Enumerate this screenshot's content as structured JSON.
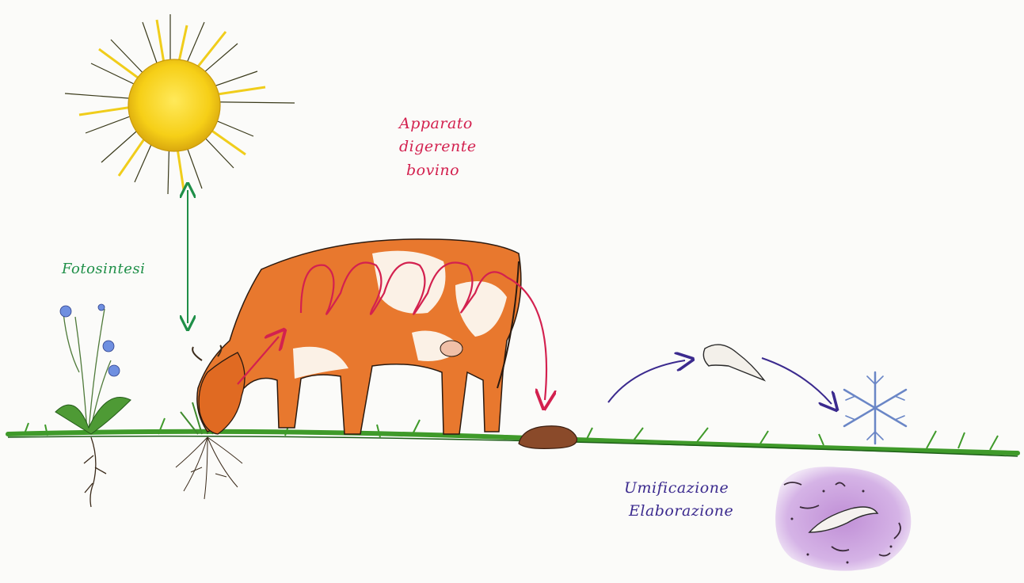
{
  "labels": {
    "photosynthesis": "Fotosintesi",
    "digestive_line1": "Apparato",
    "digestive_line2": "digerente",
    "digestive_line3": "bovino",
    "humification_line1": "Umificazione",
    "humification_line2": "Elaborazione"
  },
  "colors": {
    "photosynthesis": "#1f8f48",
    "digestive": "#d3214f",
    "humification": "#3b2a8e",
    "sun": "#f6d21c",
    "cow": "#e8782e",
    "grass": "#3f9a2a",
    "soil_bubble": "#c9a2dd"
  },
  "icons": [
    "sun-icon",
    "chicory-plant-icon",
    "grass-roots-icon",
    "cow-icon",
    "dung-icon",
    "horn-icon",
    "snowflake-icon",
    "soil-bubble-icon"
  ]
}
